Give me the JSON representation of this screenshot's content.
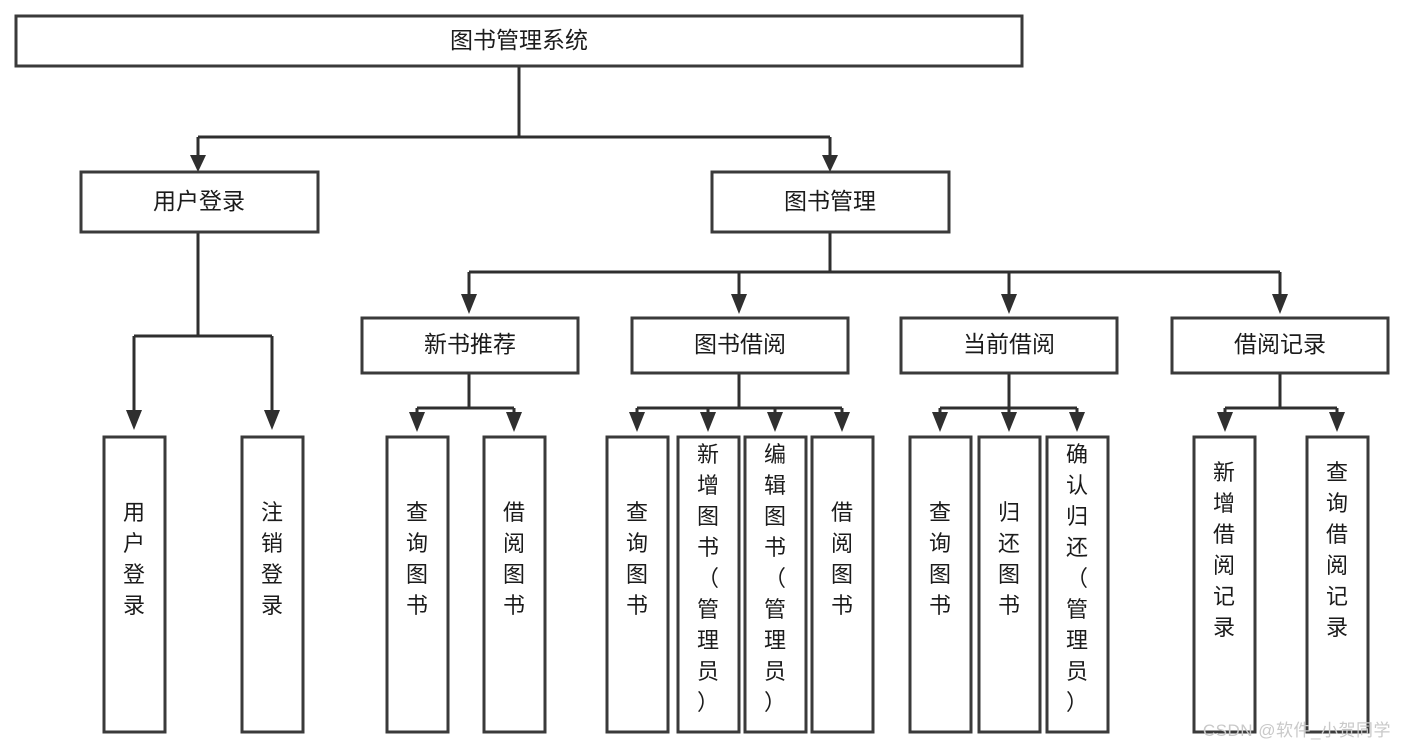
{
  "diagram": {
    "title": "图书管理系统",
    "type": "hierarchy-tree",
    "watermark": "CSDN @软件_小贺同学",
    "root": {
      "id": "root",
      "label": "图书管理系统"
    },
    "level2": [
      {
        "id": "user-login",
        "label": "用户登录"
      },
      {
        "id": "book-manage",
        "label": "图书管理"
      }
    ],
    "level3": [
      {
        "id": "new-book-recommend",
        "label": "新书推荐",
        "parent": "book-manage"
      },
      {
        "id": "book-borrow",
        "label": "图书借阅",
        "parent": "book-manage"
      },
      {
        "id": "current-borrow",
        "label": "当前借阅",
        "parent": "book-manage"
      },
      {
        "id": "borrow-record",
        "label": "借阅记录",
        "parent": "book-manage"
      }
    ],
    "leaves": [
      {
        "id": "leaf-user-login",
        "label": "用户登录",
        "parent": "user-login"
      },
      {
        "id": "leaf-user-logout",
        "label": "注销登录",
        "parent": "user-login"
      },
      {
        "id": "leaf-query-book-1",
        "label": "查询图书",
        "parent": "new-book-recommend"
      },
      {
        "id": "leaf-borrow-book-1",
        "label": "借阅图书",
        "parent": "new-book-recommend"
      },
      {
        "id": "leaf-query-book-2",
        "label": "查询图书",
        "parent": "book-borrow"
      },
      {
        "id": "leaf-add-book",
        "label": "新增图书（管理员）",
        "parent": "book-borrow"
      },
      {
        "id": "leaf-edit-book",
        "label": "编辑图书（管理员）",
        "parent": "book-borrow"
      },
      {
        "id": "leaf-borrow-book-2",
        "label": "借阅图书",
        "parent": "book-borrow"
      },
      {
        "id": "leaf-query-book-3",
        "label": "查询图书",
        "parent": "current-borrow"
      },
      {
        "id": "leaf-return-book",
        "label": "归还图书",
        "parent": "current-borrow"
      },
      {
        "id": "leaf-confirm-return",
        "label": "确认归还（管理员）",
        "parent": "current-borrow"
      },
      {
        "id": "leaf-add-record",
        "label": "新增借阅记录",
        "parent": "borrow-record"
      },
      {
        "id": "leaf-query-record",
        "label": "查询借阅记录",
        "parent": "borrow-record"
      }
    ],
    "colors": {
      "box_stroke": "#3a3a3a",
      "box_fill": "#ffffff",
      "line": "#2f2f2f",
      "text": "#1b1b1b",
      "watermark": "#c9c9c9",
      "background": "#ffffff"
    }
  }
}
